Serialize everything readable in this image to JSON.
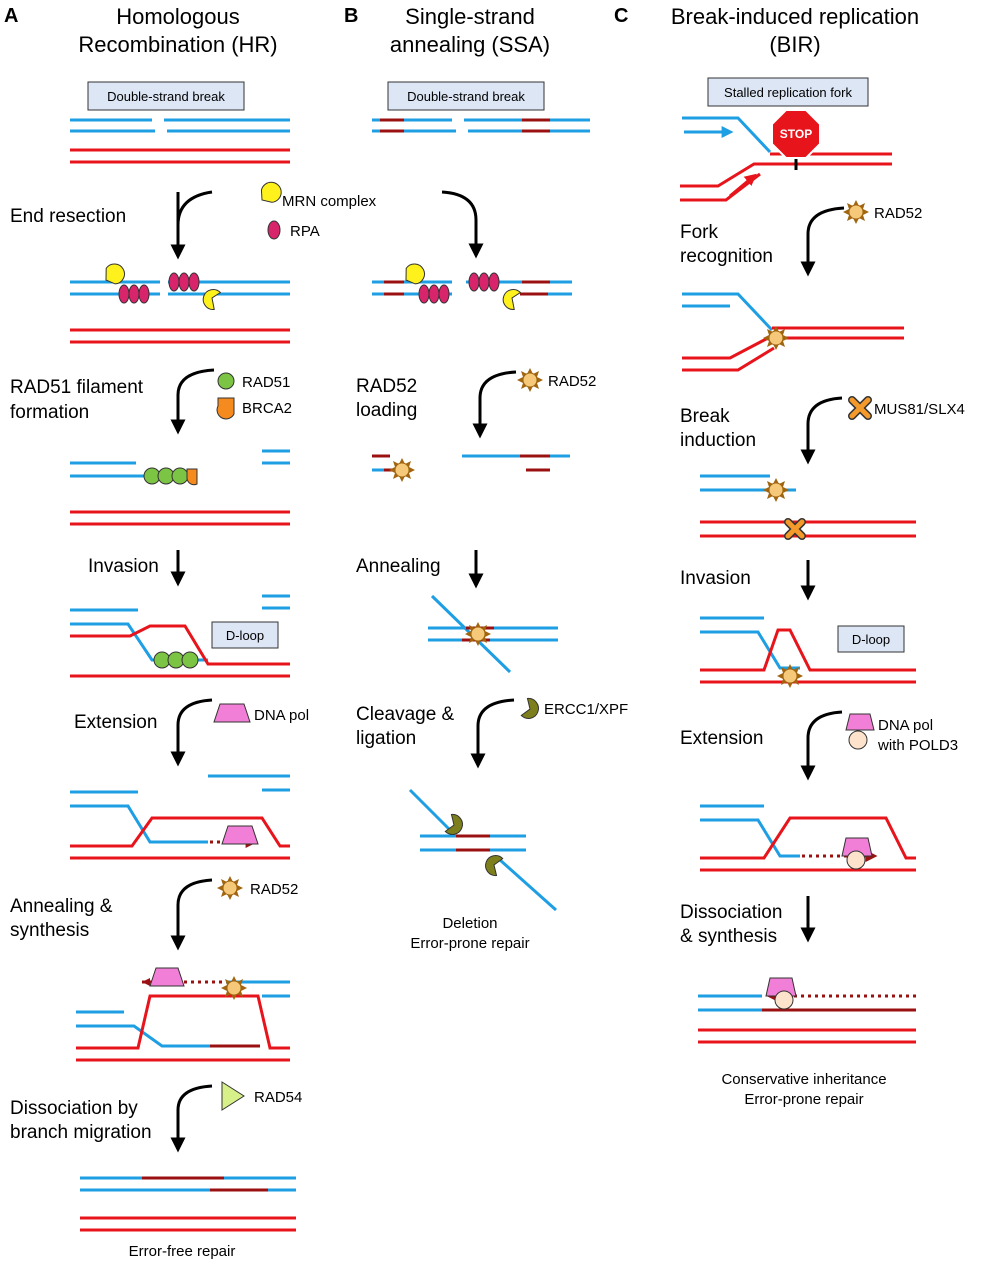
{
  "colors": {
    "blue": "#1e9ee3",
    "red": "#e8141c",
    "darkred": "#9b1111",
    "box_fill": "#dde6f4",
    "mrn": "#fff21c",
    "rpa": "#d8246b",
    "rad51": "#7cc544",
    "brca2": "#f58a1f",
    "rad52": "#f6c97a",
    "rad52_stroke": "#a0650e",
    "mus81": "#f39a2a",
    "dnapol": "#f17fd7",
    "pold3": "#fde2cc",
    "ercc1": "#7d7f1c",
    "rad54": "#d8f08a"
  },
  "panels": {
    "hr": {
      "letter": "A",
      "title_lines": [
        "Homologous",
        "Recombination (HR)"
      ],
      "box1": "Double-strand break",
      "box2": "D-loop",
      "steps": {
        "resection": "End resection",
        "filament_1": "RAD51 filament",
        "filament_2": "formation",
        "invasion": "Invasion",
        "extension": "Extension",
        "annealing_1": "Annealing &",
        "annealing_2": "synthesis",
        "dissociation_1": "Dissociation by",
        "dissociation_2": "branch migration"
      },
      "proteins": {
        "mrn": "MRN complex",
        "rpa": "RPA",
        "rad51": "RAD51",
        "brca2": "BRCA2",
        "dnapol": "DNA pol",
        "rad52": "RAD52",
        "rad54": "RAD54"
      },
      "outcome": "Error-free repair"
    },
    "ssa": {
      "letter": "B",
      "title_lines": [
        "Single-strand",
        "annealing (SSA)"
      ],
      "box1": "Double-strand break",
      "steps": {
        "loading_1": "RAD52",
        "loading_2": "loading",
        "annealing": "Annealing",
        "cleavage_1": "Cleavage &",
        "cleavage_2": "ligation"
      },
      "proteins": {
        "rad52": "RAD52",
        "ercc1": "ERCC1/XPF"
      },
      "outcome_lines": [
        "Deletion",
        "Error-prone repair"
      ]
    },
    "bir": {
      "letter": "C",
      "title_lines": [
        "Break-induced replication",
        "(BIR)"
      ],
      "box1": "Stalled replication fork",
      "stop": "STOP",
      "box2": "D-loop",
      "steps": {
        "fork_1": "Fork",
        "fork_2": "recognition",
        "break_1": "Break",
        "break_2": "induction",
        "invasion": "Invasion",
        "extension": "Extension",
        "dissociation_1": "Dissociation",
        "dissociation_2": "& synthesis"
      },
      "proteins": {
        "rad52": "RAD52",
        "mus81": "MUS81/SLX4",
        "dnapol_1": "DNA pol",
        "dnapol_2": "with POLD3"
      },
      "outcome_lines": [
        "Conservative inheritance",
        "Error-prone repair"
      ]
    }
  }
}
